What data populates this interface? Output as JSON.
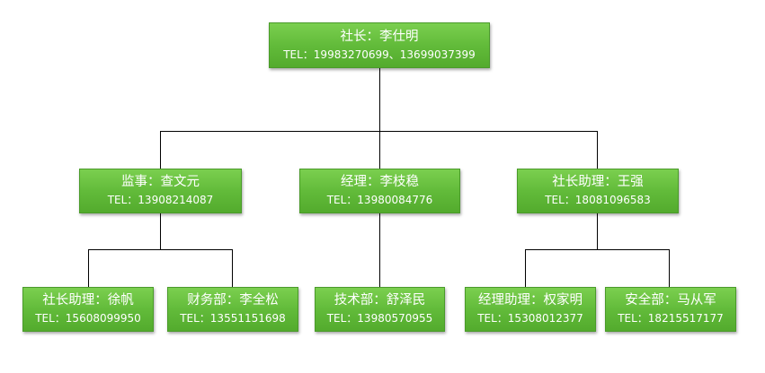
{
  "nodes": {
    "president": {
      "title": "社长：李仕明",
      "tel": "TEL：19983270699、13699037399"
    },
    "supervisor": {
      "title": "监事：查文元",
      "tel": "TEL：13908214087"
    },
    "manager": {
      "title": "经理：李枝稳",
      "tel": "TEL：13980084776"
    },
    "president_assistant": {
      "title": "社长助理：王强",
      "tel": "TEL：18081096583"
    },
    "president_assistant_2": {
      "title": "社长助理：徐帆",
      "tel": "TEL：15608099950"
    },
    "finance": {
      "title": "财务部：李全松",
      "tel": "TEL：13551151698"
    },
    "tech": {
      "title": "技术部：舒泽民",
      "tel": "TEL：13980570955"
    },
    "manager_assistant": {
      "title": "经理助理：权家明",
      "tel": "TEL：15308012377"
    },
    "safety": {
      "title": "安全部：马从军",
      "tel": "TEL：18215517177"
    }
  }
}
